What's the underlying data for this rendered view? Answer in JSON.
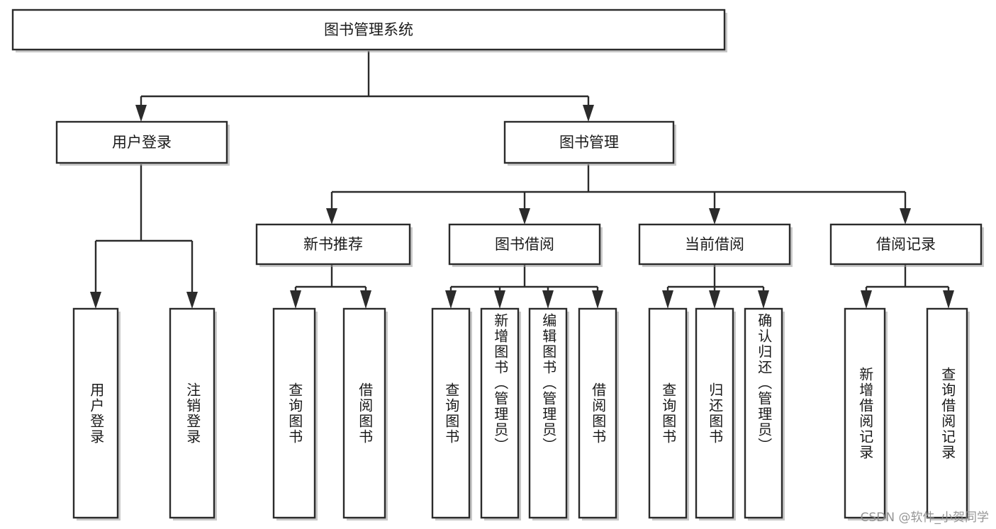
{
  "diagram": {
    "type": "tree-hierarchy",
    "title": "图书管理系统",
    "orientation": "top-down",
    "colors": {
      "stroke": "#2b2b2b",
      "fill": "#ffffff",
      "shadow": "#9a9a9a",
      "text": "#1a1a1a",
      "watermark": "#8d8d8d"
    },
    "root": {
      "label": "图书管理系统"
    },
    "level2": [
      {
        "label": "用户登录"
      },
      {
        "label": "图书管理"
      }
    ],
    "level3": [
      {
        "label": "新书推荐"
      },
      {
        "label": "图书借阅"
      },
      {
        "label": "当前借阅"
      },
      {
        "label": "借阅记录"
      }
    ],
    "leaves": {
      "user_login": [
        {
          "label": "用户登录"
        },
        {
          "label": "注销登录"
        }
      ],
      "new_book_recommend": [
        {
          "label": "查询图书"
        },
        {
          "label": "借阅图书"
        }
      ],
      "book_borrow": [
        {
          "label": "查询图书"
        },
        {
          "label": "新增图书（管理员）"
        },
        {
          "label": "编辑图书（管理员）"
        },
        {
          "label": "借阅图书"
        }
      ],
      "current_borrow": [
        {
          "label": "查询图书"
        },
        {
          "label": "归还图书"
        },
        {
          "label": "确认归还（管理员）"
        }
      ],
      "borrow_record": [
        {
          "label": "新增借阅记录"
        },
        {
          "label": "查询借阅记录"
        }
      ]
    }
  },
  "watermark": {
    "text": "CSDN @软件_小贺同学"
  }
}
